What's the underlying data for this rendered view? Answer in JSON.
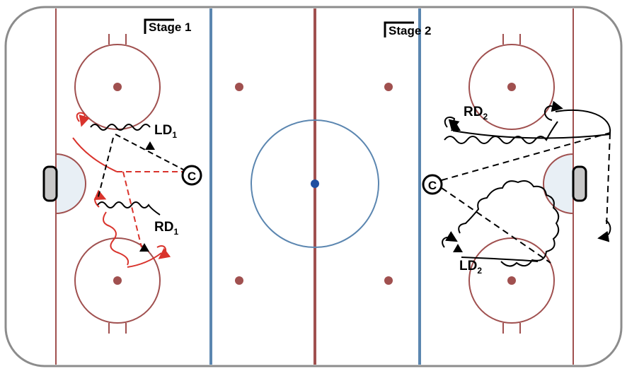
{
  "stage_labels": {
    "stage1": "Stage 1",
    "stage2": "Stage 2"
  },
  "players": {
    "ld1": {
      "base": "LD",
      "sub": "1"
    },
    "rd1": {
      "base": "RD",
      "sub": "1"
    },
    "rd2": {
      "base": "RD",
      "sub": "2"
    },
    "ld2": {
      "base": "LD",
      "sub": "2"
    },
    "coach1": "C",
    "coach2": "C"
  },
  "colors": {
    "ice": "#ffffff",
    "board": "#8c8c8c",
    "red_line": "#a0504f",
    "blue_line": "#5b86b0",
    "center_dot": "#1f4fa0",
    "crease": "#e8eff5",
    "goal": "#c8c8c8",
    "stage1_path": "#d9332c",
    "stage2_path": "#000000"
  }
}
